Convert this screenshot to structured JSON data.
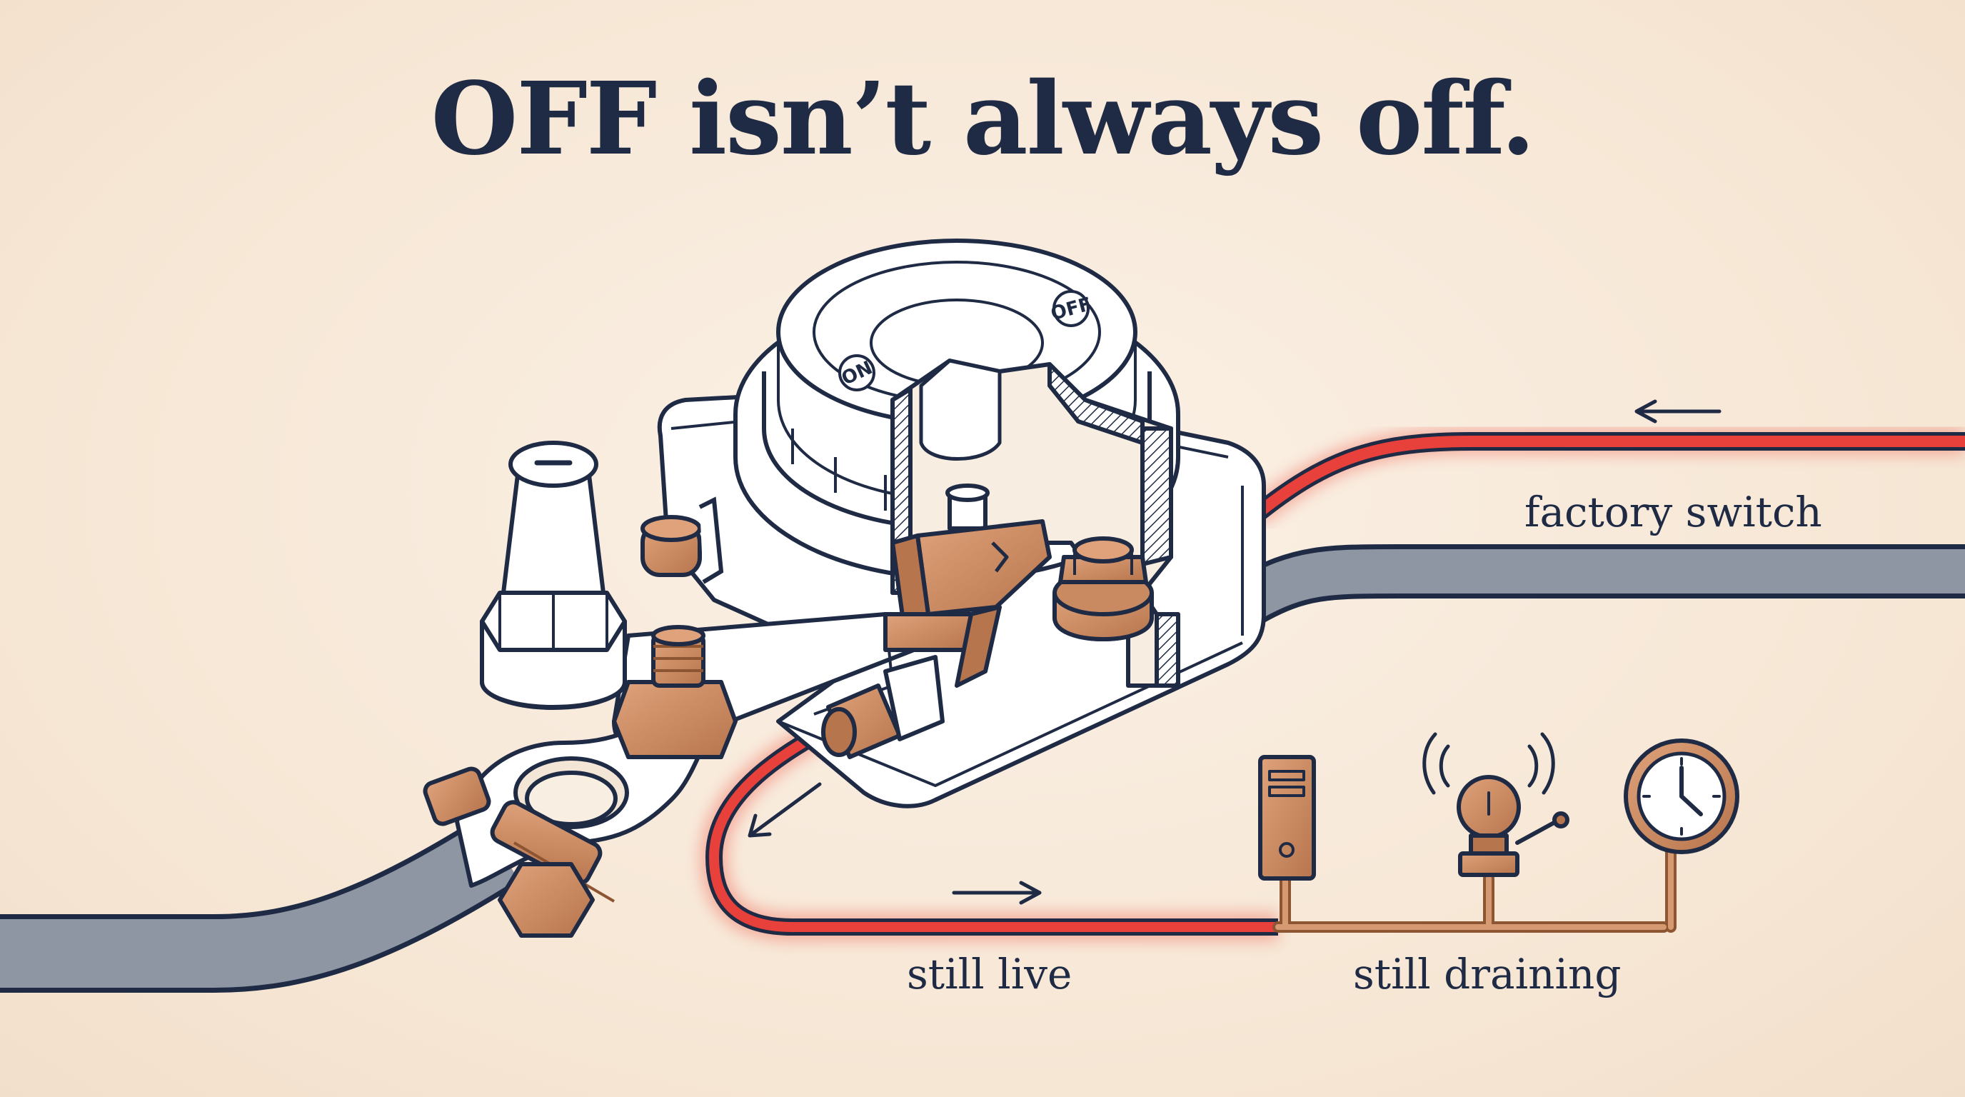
{
  "title": "OFF isn’t always off.",
  "switch_labels": {
    "on": "ON",
    "off": "OFF"
  },
  "labels": {
    "factory_switch": "factory switch",
    "still_live": "still live",
    "still_draining": "still draining"
  },
  "colors": {
    "ink": "#1f2a44",
    "copper": "#c98a62",
    "copper_dark": "#8e5533",
    "live_wire": "#e8403a",
    "cable_grey": "#8f96a3",
    "background": "#f7eadb"
  },
  "icons": [
    "computer-tower-icon",
    "alarm-bell-icon",
    "clock-icon"
  ]
}
